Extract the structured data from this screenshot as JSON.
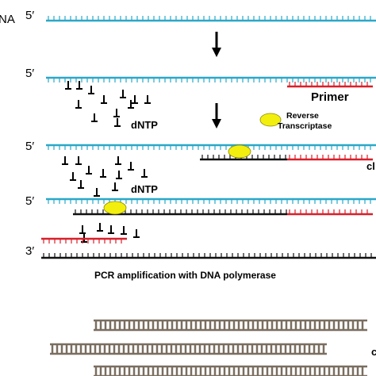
{
  "labels": {
    "rna_fragment": "NA",
    "five_prime": "5′",
    "three_prime": "3′",
    "primer": "Primer",
    "dntp": "dNTP",
    "reverse_transcriptase": "Reverse\nTranscriptase",
    "cdna_fragment": "cl",
    "pcr_step": "PCR amplification with DNA polymerase",
    "right_fragment": "c"
  },
  "colors": {
    "rna_strand": "#2aa8c8",
    "primer_strand": "#d8202a",
    "cdna_strand": "#111111",
    "enzyme": "#f2ef0e",
    "dsdna": "#7a6e60",
    "arrow": "#000000"
  },
  "icons": {
    "dntp_nucleotide": "inverted-t-nucleotide-icon",
    "step_arrow": "down-arrow-icon",
    "enzyme": "reverse-transcriptase-ellipse-icon"
  }
}
